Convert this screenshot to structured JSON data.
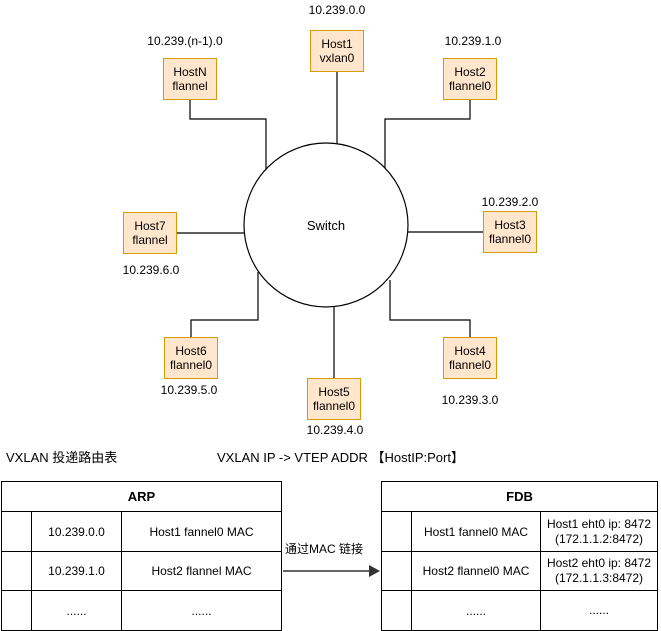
{
  "diagram": {
    "switch_label": "Switch",
    "hosts": [
      {
        "name": "Host1",
        "iface": "vxlan0",
        "subnet": "10.239.0.0"
      },
      {
        "name": "Host2",
        "iface": "flannel0",
        "subnet": "10.239.1.0"
      },
      {
        "name": "Host3",
        "iface": "flannel0",
        "subnet": "10.239.2.0"
      },
      {
        "name": "Host4",
        "iface": "flannel0",
        "subnet": "10.239.3.0"
      },
      {
        "name": "Host5",
        "iface": "flannel0",
        "subnet": "10.239.4.0"
      },
      {
        "name": "Host6",
        "iface": "flannel0",
        "subnet": "10.239.5.0"
      },
      {
        "name": "Host7",
        "iface": "flannel",
        "subnet": "10.239.6.0"
      },
      {
        "name": "HostN",
        "iface": "flannel",
        "subnet": "10.239.(n-1).0"
      }
    ],
    "colors": {
      "host_fill": "#ffe6cc",
      "host_border": "#d79b00",
      "line": "#000000",
      "arrow": "#666666"
    }
  },
  "captions": {
    "left": "VXLAN  投递路由表",
    "center": "VXLAN IP -> VTEP ADDR 【HostIP:Port】",
    "arrow_label": "通过MAC 链接"
  },
  "arp_table": {
    "title": "ARP",
    "rows": [
      [
        "",
        "10.239.0.0",
        "Host1 fannel0 MAC"
      ],
      [
        "",
        "10.239.1.0",
        "Host2 flannel MAC"
      ],
      [
        "",
        "......",
        "......"
      ]
    ]
  },
  "fdb_table": {
    "title": "FDB",
    "rows": [
      [
        "",
        "Host1 fannel0 MAC",
        "Host1 eht0 ip: 8472\n(172.1.1.2:8472)"
      ],
      [
        "",
        "Host2 flannel0 MAC",
        "Host2 eht0 ip: 8472\n(172.1.1.3:8472)"
      ],
      [
        "",
        "......",
        "......"
      ]
    ]
  }
}
